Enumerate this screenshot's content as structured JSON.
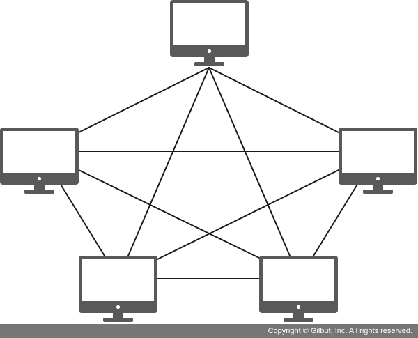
{
  "diagram": {
    "type": "full-mesh network",
    "icon": "monitor-icon",
    "colors": {
      "monitor": "#58595b",
      "screen": "#ffffff",
      "link": "#1a1a1a",
      "footer": "#767676",
      "footer_text": "#ffffff"
    },
    "nodes": [
      {
        "id": "top"
      },
      {
        "id": "left"
      },
      {
        "id": "right"
      },
      {
        "id": "bottom-left"
      },
      {
        "id": "bottom-right"
      }
    ],
    "links": [
      [
        "top",
        "left"
      ],
      [
        "top",
        "right"
      ],
      [
        "top",
        "bottom-left"
      ],
      [
        "top",
        "bottom-right"
      ],
      [
        "left",
        "right"
      ],
      [
        "left",
        "bottom-left"
      ],
      [
        "left",
        "bottom-right"
      ],
      [
        "right",
        "bottom-left"
      ],
      [
        "right",
        "bottom-right"
      ],
      [
        "bottom-left",
        "bottom-right"
      ]
    ]
  },
  "footer": {
    "copyright": "Copyright © Gilbut, Inc. All rights reserved."
  }
}
